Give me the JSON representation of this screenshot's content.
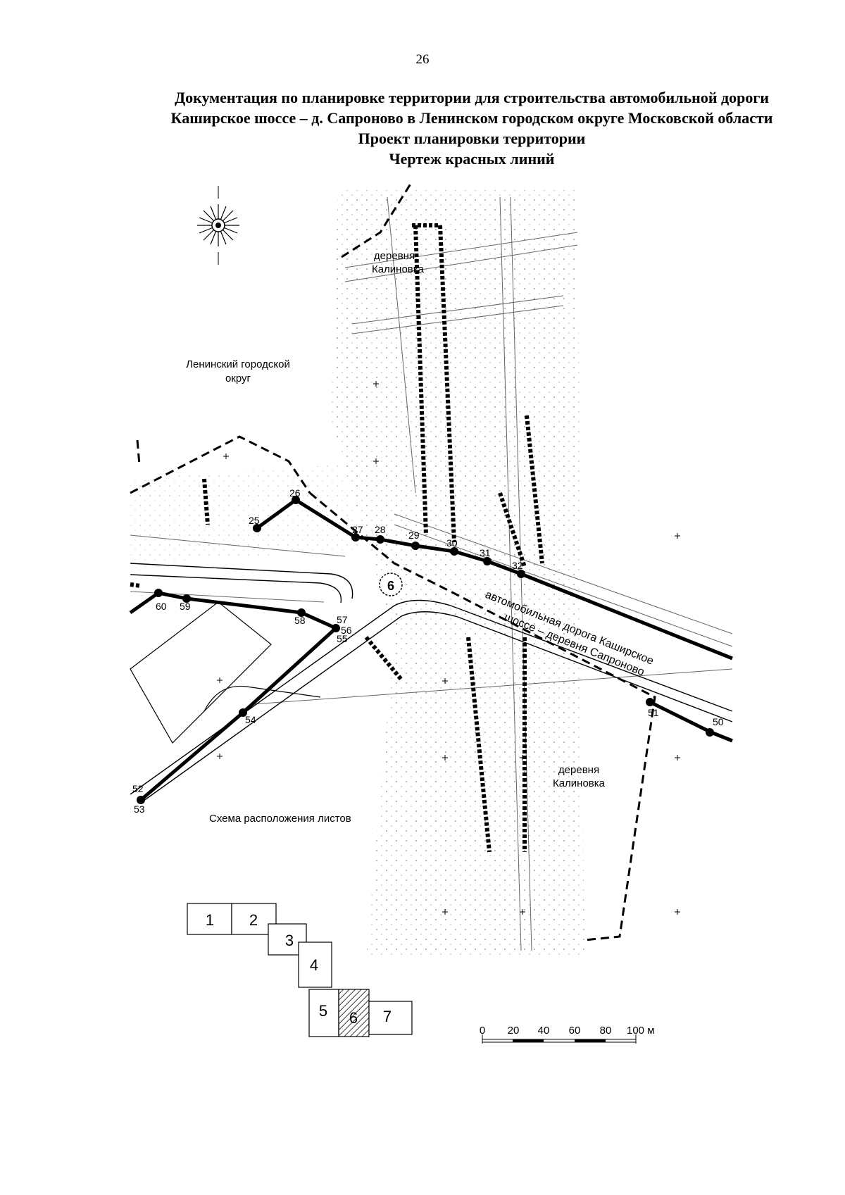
{
  "page_number": "26",
  "title": {
    "line1": "Документация по планировке территории для строительства автомобильной дороги",
    "line2": "Каширское шоссе – д. Сапроново в Ленинском городском округе Московской области",
    "line3": "Проект планировки территории",
    "line4": "Чертеж красных линий"
  },
  "labels": {
    "village_top": "деревня",
    "village_top_name": "Калиновка",
    "district": "Ленинский городской",
    "district_2": "округ",
    "road_1": "автомобильная дорога Каширское",
    "road_2": "шоссе – деревня Сапроново",
    "village_bottom": "деревня",
    "village_bottom_name": "Калиновка",
    "sheet_scheme": "Схема расположения листов",
    "sheet_marker": "6"
  },
  "points": [
    "25",
    "26",
    "27",
    "28",
    "29",
    "30",
    "31",
    "32",
    "50",
    "51",
    "52",
    "53",
    "54",
    "55",
    "56",
    "57",
    "58",
    "59",
    "60"
  ],
  "sheets": [
    "1",
    "2",
    "3",
    "4",
    "5",
    "6",
    "7"
  ],
  "active_sheet": "6",
  "scale": {
    "ticks": [
      "0",
      "20",
      "40",
      "60",
      "80",
      "100 м"
    ]
  },
  "colors": {
    "line": "#000000",
    "background": "#ffffff"
  }
}
